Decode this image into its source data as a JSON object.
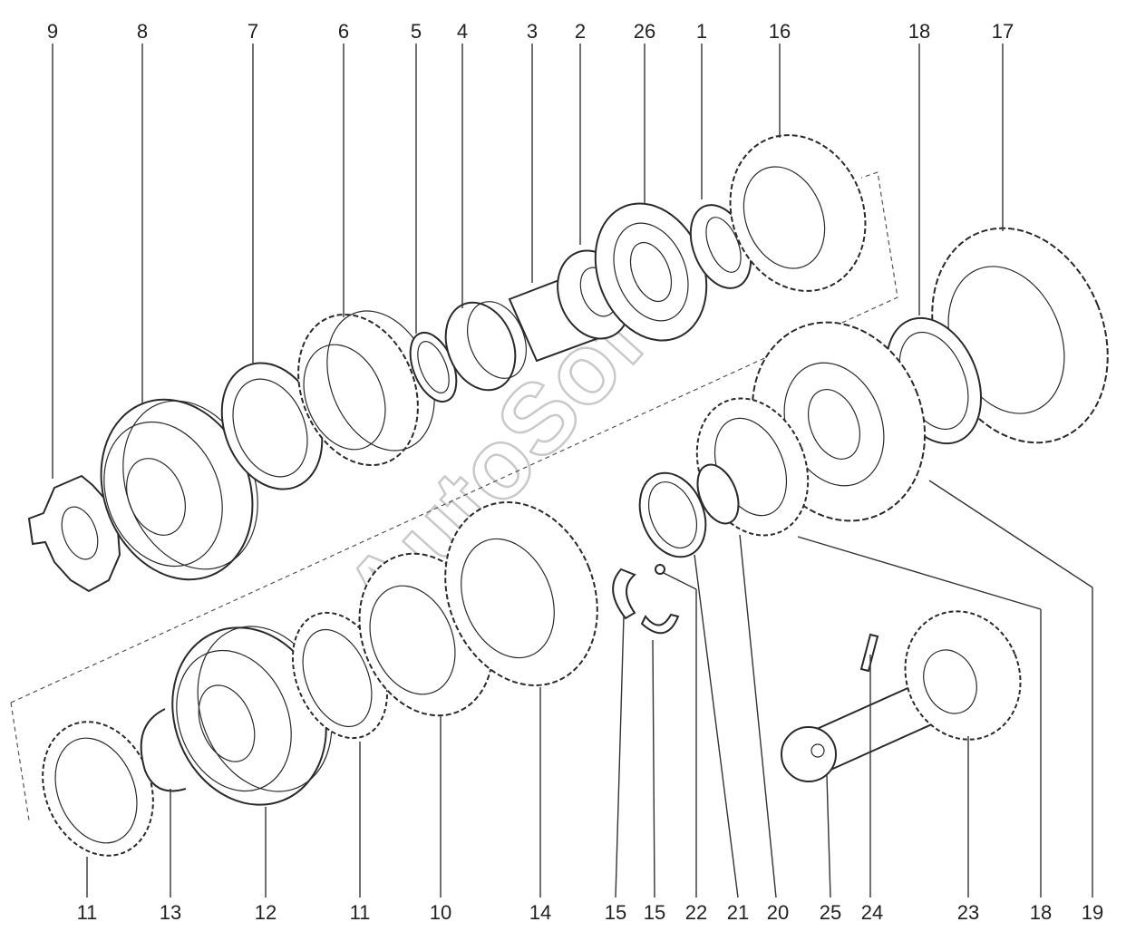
{
  "watermark": "AutoSoft",
  "callouts": {
    "top": [
      "9",
      "8",
      "7",
      "6",
      "5",
      "4",
      "3",
      "2",
      "26",
      "1",
      "16",
      "18",
      "17"
    ],
    "bottom": [
      "11",
      "13",
      "12",
      "11",
      "10",
      "14",
      "15",
      "15",
      "22",
      "21",
      "20",
      "25",
      "24",
      "23",
      "18",
      "19"
    ]
  }
}
